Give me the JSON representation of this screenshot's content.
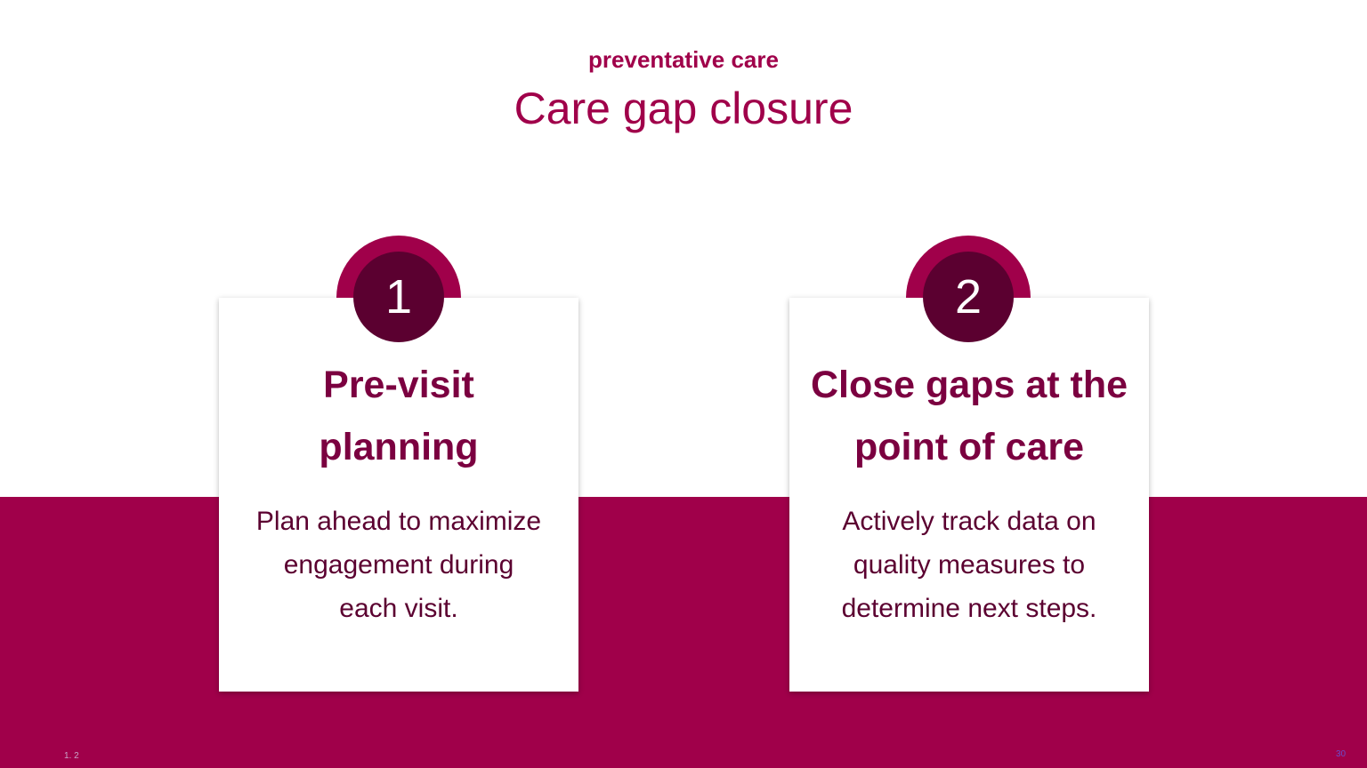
{
  "slide": {
    "eyebrow": "preventative care",
    "title": "Care gap closure",
    "cards": [
      {
        "number": "1",
        "heading_line1": "Pre-visit",
        "heading_line2": "planning",
        "body_line1": "Plan ahead to maximize",
        "body_line2": "engagement during",
        "body_line3": "each visit."
      },
      {
        "number": "2",
        "heading_line1": "Close gaps at the",
        "heading_line2": "point of care",
        "body_line1": "Actively track data on",
        "body_line2": "quality measures to",
        "body_line3": "determine next steps."
      }
    ],
    "footer_left": "1. 2",
    "footer_right": "30"
  },
  "colors": {
    "primary": "#a0004a",
    "badge": "#5b0030",
    "heading": "#7b0040",
    "background": "#ffffff"
  }
}
